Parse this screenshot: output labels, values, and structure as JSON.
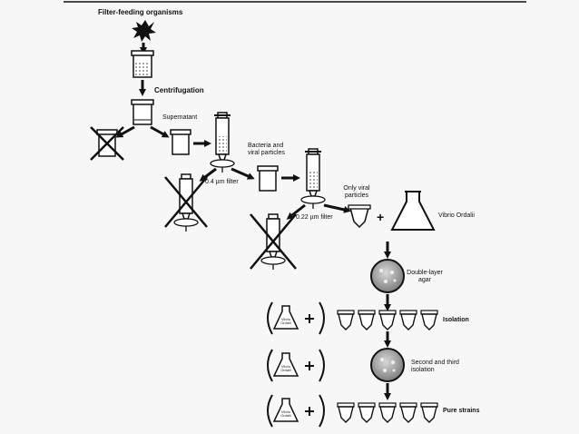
{
  "diagram": {
    "title": "Filter-feeding organisms",
    "steps": {
      "centrifugation": "Centrifugation",
      "supernatant": "Supernatant",
      "bacteria_viral": "Bacteria and viral particles",
      "filter_04": "0.4 µm filter",
      "filter_022": "0.22 µm filter",
      "only_viral": "Only viral particles",
      "plus": "+",
      "vibrio": "Vibrio Ordalii",
      "double_layer": "Double-layer agar",
      "isolation": "Isolation",
      "second_third": "Second and third isolation",
      "pure_strains": "Pure strains"
    },
    "flask_label": "Vibrio Ordalii",
    "colors": {
      "line": "#111111",
      "fill": "#ffffff",
      "agar": "#9a9a9a",
      "background": "#f7f7f7"
    }
  }
}
